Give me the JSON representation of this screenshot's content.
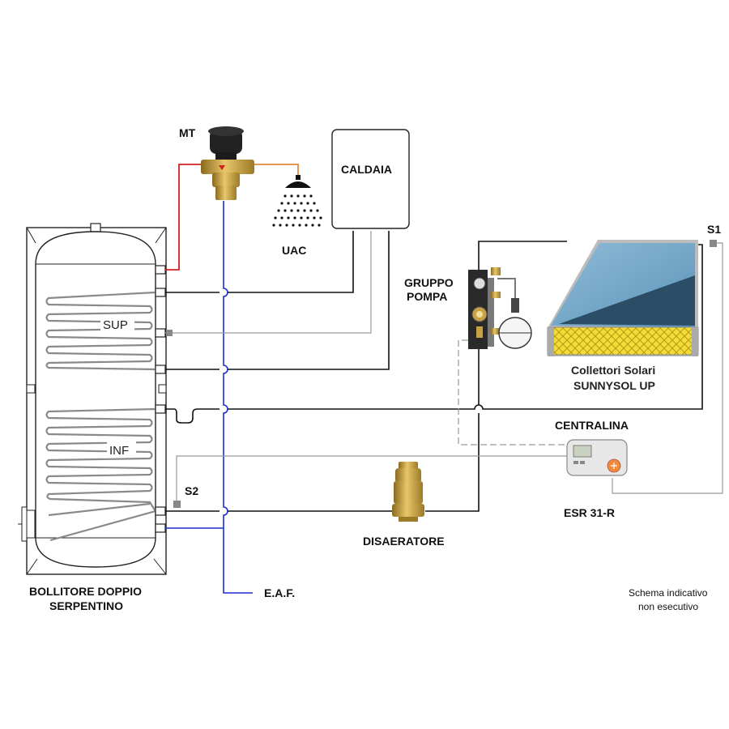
{
  "labels": {
    "mt": "MT",
    "uac": "UAC",
    "caldaia": "CALDAIA",
    "gruppo_pompa_1": "GRUPPO",
    "gruppo_pompa_2": "POMPA",
    "s1": "S1",
    "s2": "S2",
    "sup": "SUP",
    "inf": "INF",
    "collettori_1": "Collettori Solari",
    "collettori_2": "SUNNYSOL UP",
    "centralina": "CENTRALINA",
    "esr": "ESR 31-R",
    "disaeratore": "DISAERATORE",
    "bollitore_1": "BOLLITORE DOPPIO",
    "bollitore_2": "SERPENTINO",
    "eaf": "E.A.F.",
    "nota_1": "Schema indicativo",
    "nota_2": "non esecutivo"
  },
  "colors": {
    "cold_water": "#1a2fd0",
    "hot_water": "#d32020",
    "mixed_water": "#e08a3a",
    "brass": "#c9a244",
    "collector_glass": "#6fa3c4"
  }
}
